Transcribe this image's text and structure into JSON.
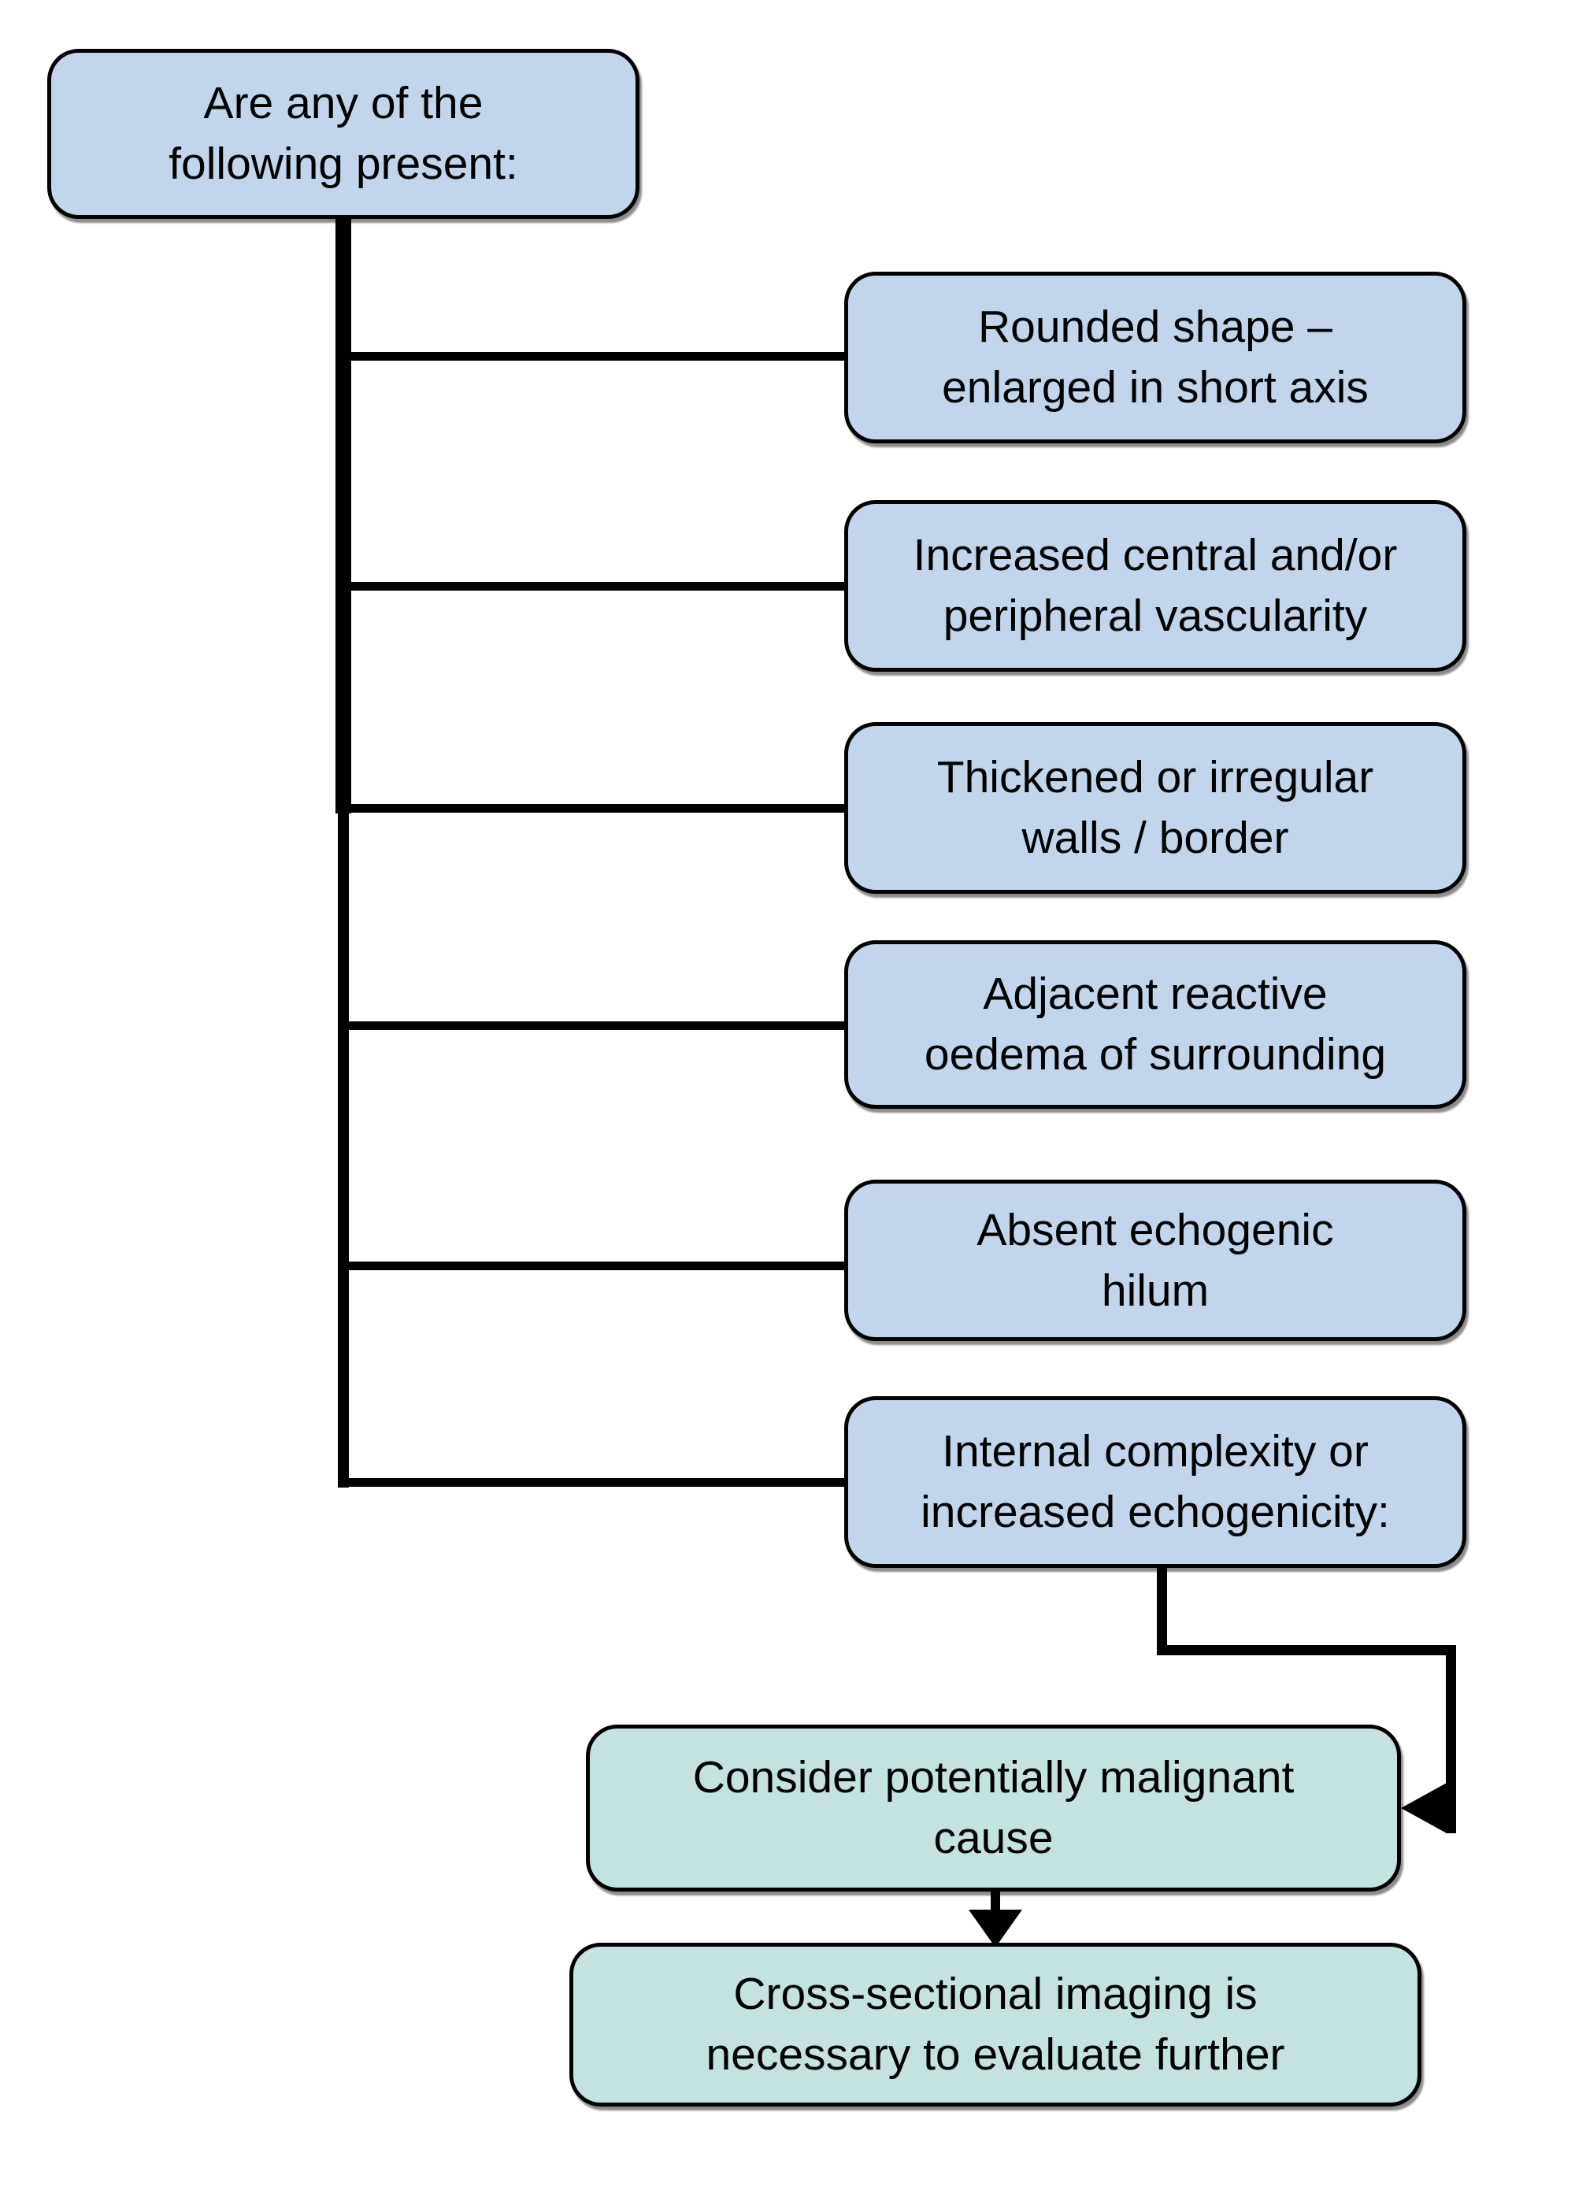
{
  "colors": {
    "box_blue": "#c2d5eb",
    "box_teal": "#c3e2e0",
    "border_black": "#000000",
    "line_black": "#000000",
    "page_bg": "#ffffff"
  },
  "flowchart": {
    "root": {
      "lines": [
        "Are any of the",
        "following present:"
      ]
    },
    "criteria": [
      {
        "lines": [
          "Rounded shape –",
          "enlarged in short axis"
        ]
      },
      {
        "lines": [
          "Increased central and/or",
          "peripheral vascularity"
        ]
      },
      {
        "lines": [
          "Thickened or irregular",
          "walls / border"
        ]
      },
      {
        "lines": [
          "Adjacent reactive",
          "oedema of surrounding"
        ]
      },
      {
        "lines": [
          "Absent echogenic",
          "hilum"
        ]
      },
      {
        "lines": [
          "Internal complexity or",
          "increased echogenicity:"
        ]
      }
    ],
    "outcomes": [
      {
        "lines": [
          "Consider potentially malignant",
          "cause"
        ]
      },
      {
        "lines": [
          "Cross-sectional imaging is",
          "necessary to evaluate further"
        ]
      }
    ]
  }
}
